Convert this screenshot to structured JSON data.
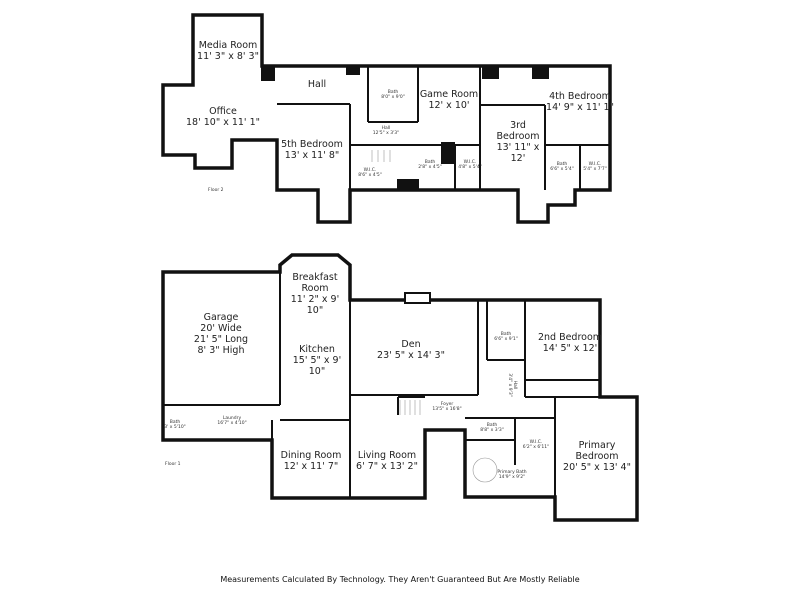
{
  "floor2": {
    "label": "Floor 2",
    "rooms": [
      {
        "name": "Media Room",
        "dims": "11' 3\" x 8' 3\""
      },
      {
        "name": "Office",
        "dims": "18' 10\" x 11' 1\""
      },
      {
        "name": "Hall",
        "dims": ""
      },
      {
        "name": "5th Bedroom",
        "dims": "13' x 11' 8\""
      },
      {
        "name": "Game Room",
        "dims": "12' x 10'"
      },
      {
        "name": "3rd Bedroom",
        "dims": "13' 11\" x 12'"
      },
      {
        "name": "4th Bedroom",
        "dims": "14' 9\" x 11' 1\""
      }
    ],
    "small": [
      {
        "name": "Bath",
        "dims": "8'0\" x 9'0\""
      },
      {
        "name": "Hall",
        "dims": "12'5\" x 3'3\""
      },
      {
        "name": "W.I.C.",
        "dims": "8'6\" x 4'5\""
      },
      {
        "name": "Bath",
        "dims": "2'8\" x 4'5\""
      },
      {
        "name": "W.I.C.",
        "dims": "4'8\" x 5'4\""
      },
      {
        "name": "Bath",
        "dims": "6'6\" x 5'4\""
      },
      {
        "name": "W.I.C.",
        "dims": "5'4\" x 7'7\""
      }
    ]
  },
  "floor1": {
    "label": "Floor 1",
    "rooms": [
      {
        "name": "Garage",
        "dims": "20' Wide\n21' 5\" Long\n8' 3\" High"
      },
      {
        "name": "Breakfast Room",
        "dims": "11' 2\" x 9' 10\""
      },
      {
        "name": "Kitchen",
        "dims": "15' 5\" x 9' 10\""
      },
      {
        "name": "Den",
        "dims": "23' 5\" x 14' 3\""
      },
      {
        "name": "2nd Bedroom",
        "dims": "14' 5\" x 12'"
      },
      {
        "name": "Dining Room",
        "dims": "12' x 11' 7\""
      },
      {
        "name": "Living Room",
        "dims": "6' 7\" x 13' 2\""
      },
      {
        "name": "Primary Bedroom",
        "dims": "20' 5\" x 13' 4\""
      }
    ],
    "small": [
      {
        "name": "Laundry",
        "dims": "16'7\" x 4'10\""
      },
      {
        "name": "Bath",
        "dims": "3' x 5'10\""
      },
      {
        "name": "Foyer",
        "dims": "13'5\" x 16'8\""
      },
      {
        "name": "Bath",
        "dims": "6'6\" x 9'1\""
      },
      {
        "name": "Bath",
        "dims": "8'8\" x 3'3\""
      },
      {
        "name": "W.I.C.",
        "dims": "6'2\" x 6'11\""
      },
      {
        "name": "Primary Bath",
        "dims": "14'9\" x 9'2\""
      },
      {
        "name": "Hall",
        "dims": "3'4\" x 9'3\""
      }
    ]
  },
  "footer": "Measurements Calculated By Technology. They Aren't Guaranteed But Are Mostly Reliable"
}
